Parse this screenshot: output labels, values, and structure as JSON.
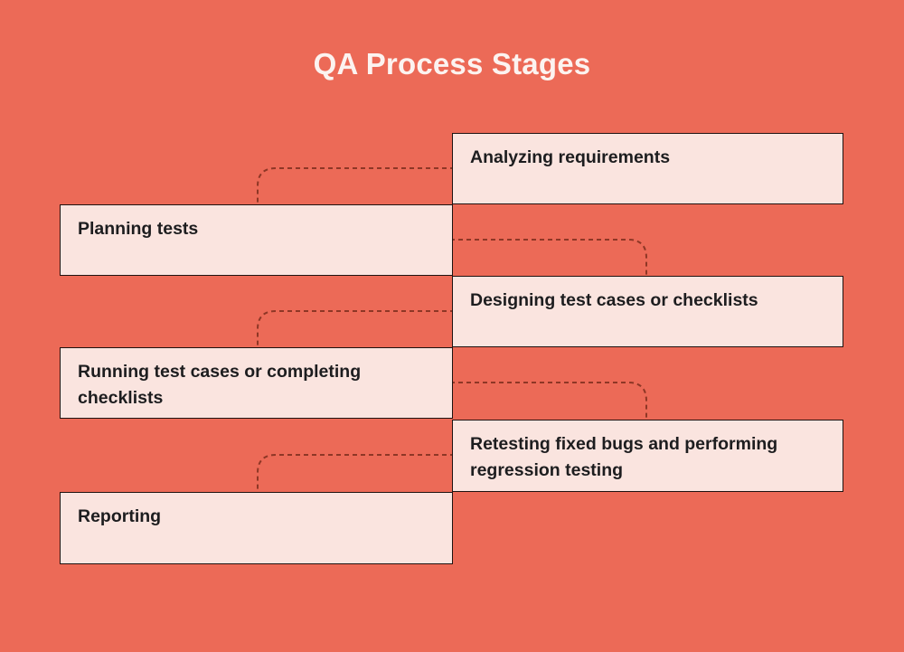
{
  "title": "QA Process Stages",
  "colors": {
    "background": "#EC6A57",
    "box_fill": "#FAE4DF",
    "box_border": "#1F1210",
    "box_text": "#1D1D1F",
    "title_text": "#FCF3F0",
    "connector_dash": "#8E3726"
  },
  "diagram": {
    "type": "flowchart",
    "connector_style": "dashed-elbow",
    "stages": [
      {
        "order": 1,
        "side": "right",
        "label": "Analyzing requirements"
      },
      {
        "order": 2,
        "side": "left",
        "label": "Planning tests"
      },
      {
        "order": 3,
        "side": "right",
        "label": "Designing test cases or checklists"
      },
      {
        "order": 4,
        "side": "left",
        "label": "Running test cases or completing checklists"
      },
      {
        "order": 5,
        "side": "right",
        "label": "Retesting fixed bugs and performing regression testing"
      },
      {
        "order": 6,
        "side": "left",
        "label": "Reporting"
      }
    ]
  }
}
